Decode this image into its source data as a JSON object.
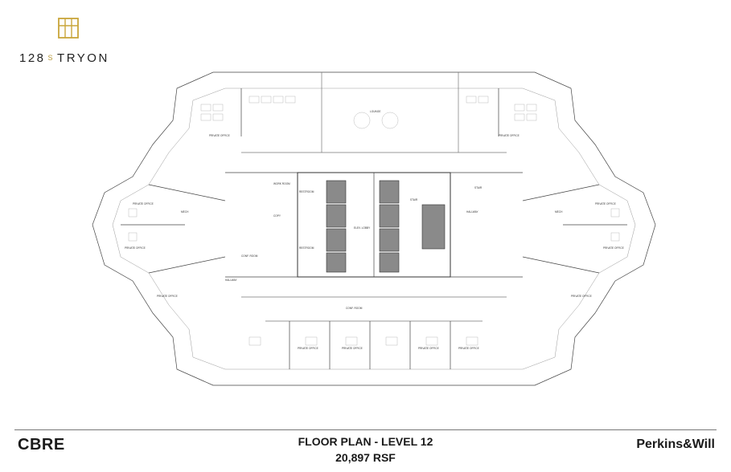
{
  "brand": {
    "building_name_left": "128",
    "building_name_mid": "S",
    "building_name_right": "TRYON",
    "accent_color": "#c9a53a"
  },
  "footer": {
    "left_logo": "CBRE",
    "title": "FLOOR PLAN - LEVEL 12",
    "subtitle": "20,897 RSF",
    "right_logo": "Perkins&Will"
  },
  "plan": {
    "room_labels": [
      "PRIVATE OFFICE",
      "PRIVATE OFFICE",
      "PRIVATE OFFICE",
      "PRIVATE OFFICE",
      "PRIVATE OFFICE",
      "PRIVATE OFFICE",
      "PRIVATE OFFICE",
      "PRIVATE OFFICE",
      "PRIVATE OFFICE",
      "PRIVATE OFFICE",
      "PRIVATE OFFICE",
      "PRIVATE OFFICE",
      "WORK ROOM",
      "COPY",
      "RESTROOM",
      "RESTROOM",
      "LOUNGE",
      "ELEV. LOBBY",
      "STAIR",
      "STAIR",
      "MECH",
      "MECH",
      "CONF. ROOM",
      "CONF. ROOM",
      "HALLWAY",
      "HALLWAY"
    ]
  }
}
